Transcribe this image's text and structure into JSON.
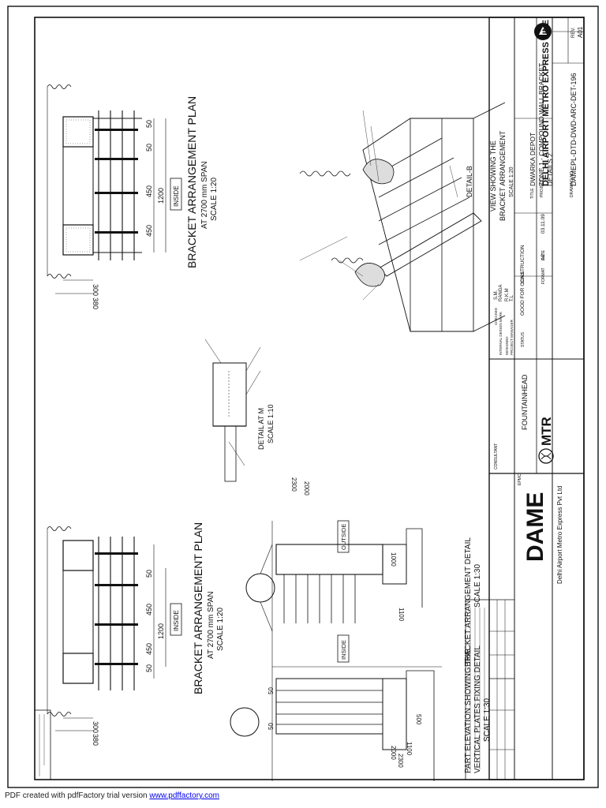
{
  "footer": {
    "text": "PDF created with pdfFactory trial version",
    "link": "www.pdffactory.com"
  },
  "title_block": {
    "project_label": "PROJECT",
    "project": "DELHI AIRPORT METRO EXPRESS LINE",
    "title_label": "TITLE",
    "title_lines": [
      "DWARKA DEPOT",
      "ZONE 1 - COMPOUND WALL BRACKET",
      "DETAILS 2"
    ],
    "drawing_label": "DRAWING NO.",
    "drawing_no": "DAMEPL-DTD-DWD-ARC-DET-196",
    "rev_label": "REV.",
    "rev": "A01",
    "status_label": "STATUS",
    "status": "GOOD FOR CONSTRUCTION",
    "scale_label": "SCALE",
    "format_label": "FORMAT",
    "format": "A2",
    "date_label": "DATE",
    "date": "03.11.09",
    "internal_design_mark_label": "INTERNAL DESIGN MARK",
    "internal_design_mark": "RANGA",
    "designed_label": "DESIGNED",
    "designed": "R.K.M",
    "checked_label": "CHECKED",
    "checked": "S.M.",
    "project_manager_label": "PROJECT MANAGER",
    "project_manager": "T.L",
    "epmc_label": "EPMC",
    "consultant_label": "CONSULTANT",
    "consultant": "FOUNTAINHEAD",
    "mtr": "MTR",
    "dame": "DAME",
    "dame_full": "Delhi Airport Metro Express Pvt Ltd"
  },
  "views": {
    "plan_top": {
      "title": "BRACKET ARRANGEMENT PLAN",
      "span": "AT 2700 mm SPAN",
      "scale": "SCALE 1:20",
      "inside": "INSIDE",
      "dims": [
        "50",
        "450",
        "450",
        "50",
        "1200",
        "300",
        "380"
      ]
    },
    "plan_bottom": {
      "title": "BRACKET ARRANGEMENT PLAN",
      "span": "AT 2700 mm SPAN",
      "scale": "SCALE 1:20",
      "inside": "INSIDE",
      "dims": [
        "50",
        "450",
        "450",
        "50",
        "1200",
        "300",
        "380"
      ]
    },
    "detail_m": {
      "title": "DETAIL AT M",
      "scale": "SCALE 1:10"
    },
    "detail_b": {
      "title": "DETAIL-B"
    },
    "view_bracket": {
      "title_1": "VIEW SHOWING THE",
      "title_2": "BRACKET ARRANGEMENT",
      "scale": "SCALE 1:20"
    },
    "bracket_detail": {
      "title": "BRACKET ARRANGEMENT DETAIL",
      "scale": "SCALE 1:30",
      "outside": "OUTSIDE",
      "inside": "INSIDE",
      "dims": [
        "2300",
        "2000",
        "1000",
        "1100"
      ]
    },
    "part_elevation": {
      "title_1": "PART ELEVATION SHOWING THE",
      "title_2": "VERTICAL PLATES FIXING DETAIL",
      "scale": "SCALE 1:30",
      "dims": [
        "2300",
        "2000",
        "1100",
        "500",
        "50",
        "50"
      ]
    }
  }
}
